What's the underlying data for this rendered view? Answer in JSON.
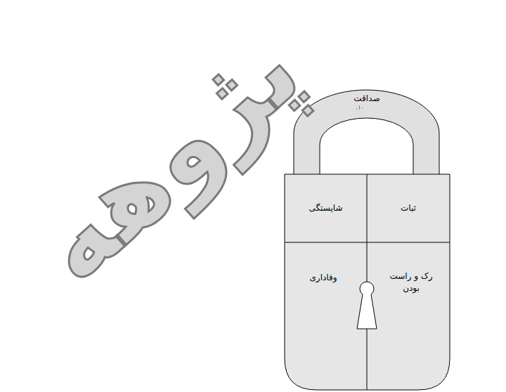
{
  "diagram": {
    "nodes": [
      {
        "text": [
          "صداقت"
        ]
      },
      {
        "text": [
          "شایستگی"
        ]
      },
      {
        "text": [
          "ثبات"
        ]
      },
      {
        "text": [
          "وفاداری"
        ]
      },
      {
        "text": [
          "رک و راست بودن"
        ]
      }
    ],
    "labels": [
      "پژوهه",
      "۱۰."
    ]
  }
}
